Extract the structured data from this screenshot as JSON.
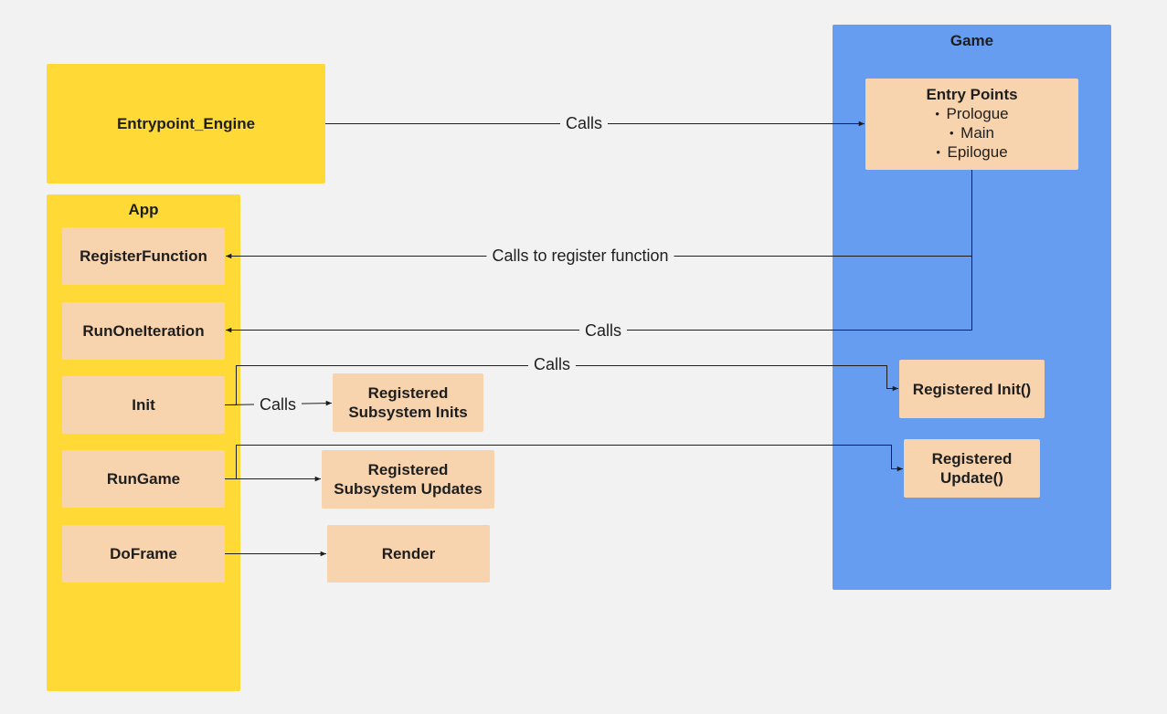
{
  "nodes": {
    "entrypoint_engine": "Entrypoint_Engine",
    "app_title": "App",
    "register_function": "RegisterFunction",
    "run_one_iteration": "RunOneIteration",
    "init": "Init",
    "run_game": "RunGame",
    "do_frame": "DoFrame",
    "registered_subsystem_inits": [
      "Registered",
      "Subsystem Inits"
    ],
    "registered_subsystem_updates": [
      "Registered",
      "Subsystem Updates"
    ],
    "render": "Render",
    "game_title": "Game",
    "entry_points_title": "Entry Points",
    "entry_points_items": [
      "Prologue",
      "Main",
      "Epilogue"
    ],
    "registered_init": "Registered Init()",
    "registered_update": [
      "Registered",
      "Update()"
    ]
  },
  "edges": {
    "engine_to_entry": "Calls",
    "entry_to_register": "Calls to register function",
    "entry_to_runone": "Calls",
    "init_to_registered_init": "Calls",
    "init_to_subsystem_inits": "Calls"
  },
  "colors": {
    "app_frame": "#ffd935",
    "game_frame": "#669df1",
    "node_fill": "#f7d3ae",
    "background": "#f2f2f2",
    "wire": "#1e1e1e"
  }
}
